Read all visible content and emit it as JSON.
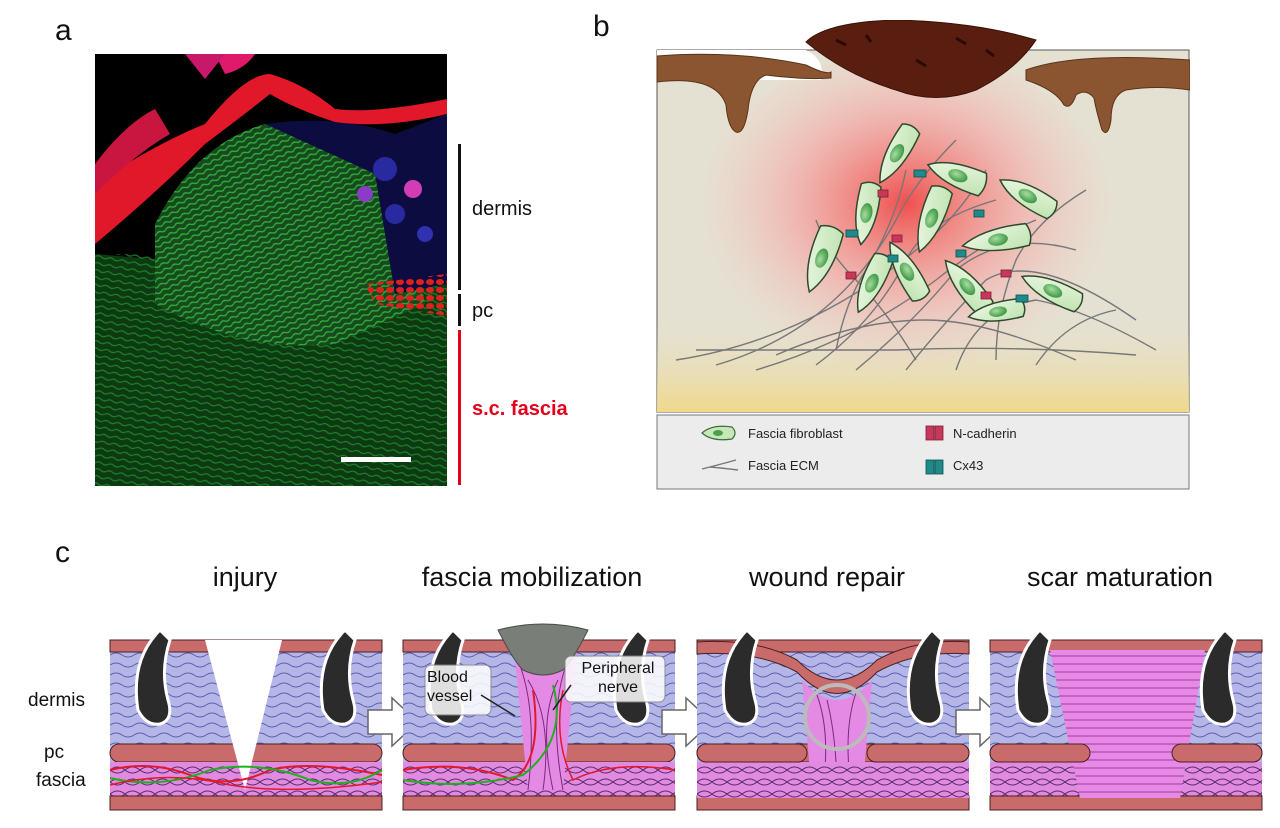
{
  "panel_labels": {
    "a": "a",
    "b": "b",
    "c": "c"
  },
  "panel_a": {
    "layers": [
      {
        "label": "dermis",
        "color": "#111111"
      },
      {
        "label": "pc",
        "color": "#111111"
      },
      {
        "label": "s.c. fascia",
        "color": "#e2001a"
      }
    ]
  },
  "panel_b": {
    "legend": [
      {
        "label": "Fascia fibroblast",
        "icon": "fibroblast-icon"
      },
      {
        "label": "Fascia ECM",
        "icon": "ecm-fiber-icon"
      },
      {
        "label": "N-cadherin",
        "icon": "n-cadherin-icon",
        "color": "#c8385a"
      },
      {
        "label": "Cx43",
        "icon": "cx43-icon",
        "color": "#1f8a8a"
      }
    ]
  },
  "panel_c": {
    "stages": [
      "injury",
      "fascia mobilization",
      "wound repair",
      "scar maturation"
    ],
    "side_labels": [
      "dermis",
      "pc",
      "fascia"
    ],
    "callouts": [
      "Blood vessel",
      "Peripheral nerve"
    ]
  }
}
